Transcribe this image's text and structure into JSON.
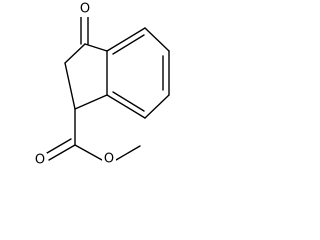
{
  "molecule": {
    "atoms": {
      "ketone_oxygen": "O",
      "carbonyl_oxygen": "O",
      "ester_oxygen": "O"
    }
  }
}
